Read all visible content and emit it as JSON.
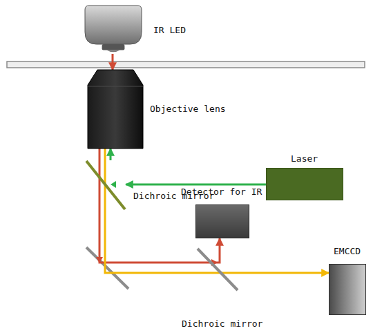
{
  "diagram": {
    "nodes": [
      {
        "text": [
          "IR LED"
        ]
      },
      {
        "text": [
          "Objective lens"
        ]
      },
      {
        "text": [
          "Laser"
        ]
      },
      {
        "text": [
          "Dichroic mirror"
        ]
      },
      {
        "text": [
          "Detector for IR"
        ]
      },
      {
        "text": [
          "EMCCD"
        ]
      },
      {
        "text": [
          "Dichroic mirror"
        ]
      }
    ],
    "edges": [
      {
        "from": 0,
        "to": 1,
        "arrow": "to"
      },
      {
        "from": 2,
        "to": 3,
        "arrow": "to"
      },
      {
        "from": 3,
        "to": 1,
        "arrow": "to"
      },
      {
        "from": 1,
        "to": 4,
        "arrow": "to"
      },
      {
        "from": 1,
        "to": 5,
        "arrow": "to"
      }
    ]
  }
}
